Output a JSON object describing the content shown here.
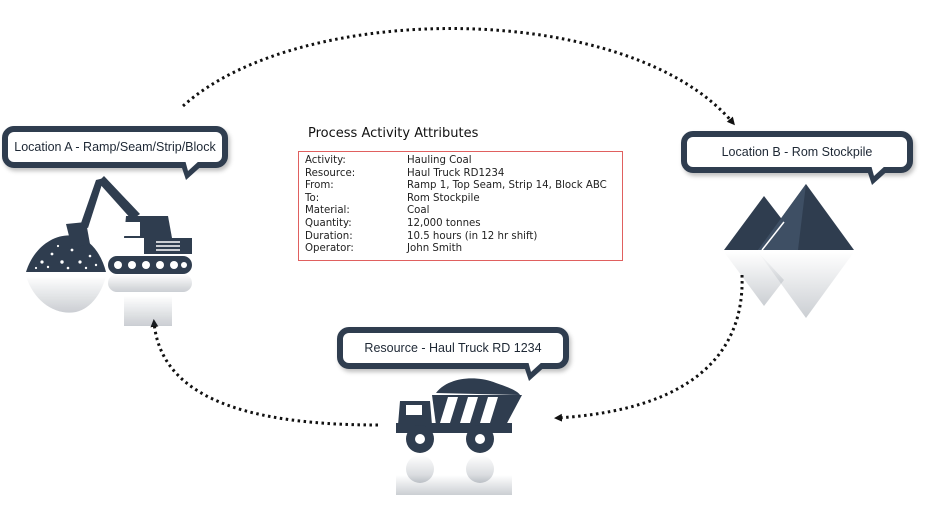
{
  "colors": {
    "icon_dark": "#2f3d4f",
    "attribute_box_border": "#e0605f",
    "arrow": "#111111"
  },
  "callouts": {
    "location_a": "Location A - Ramp/Seam/Strip/Block",
    "location_b": "Location B - Rom Stockpile",
    "resource": "Resource - Haul Truck RD 1234"
  },
  "attributes": {
    "title": "Process Activity Attributes",
    "rows": [
      {
        "label": "Activity:",
        "value": "Hauling Coal"
      },
      {
        "label": "Resource:",
        "value": "Haul Truck RD1234"
      },
      {
        "label": "From:",
        "value": "Ramp 1, Top Seam, Strip 14, Block ABC"
      },
      {
        "label": "To:",
        "value": "Rom Stockpile"
      },
      {
        "label": "Material:",
        "value": "Coal"
      },
      {
        "label": "Quantity:",
        "value": "12,000 tonnes"
      },
      {
        "label": "Duration:",
        "value": "10.5 hours (in 12 hr shift)"
      },
      {
        "label": "Operator:",
        "value": "John Smith"
      }
    ]
  },
  "icons": {
    "location_a": "excavator-icon",
    "location_b": "stockpile-icon",
    "resource": "haul-truck-icon"
  }
}
